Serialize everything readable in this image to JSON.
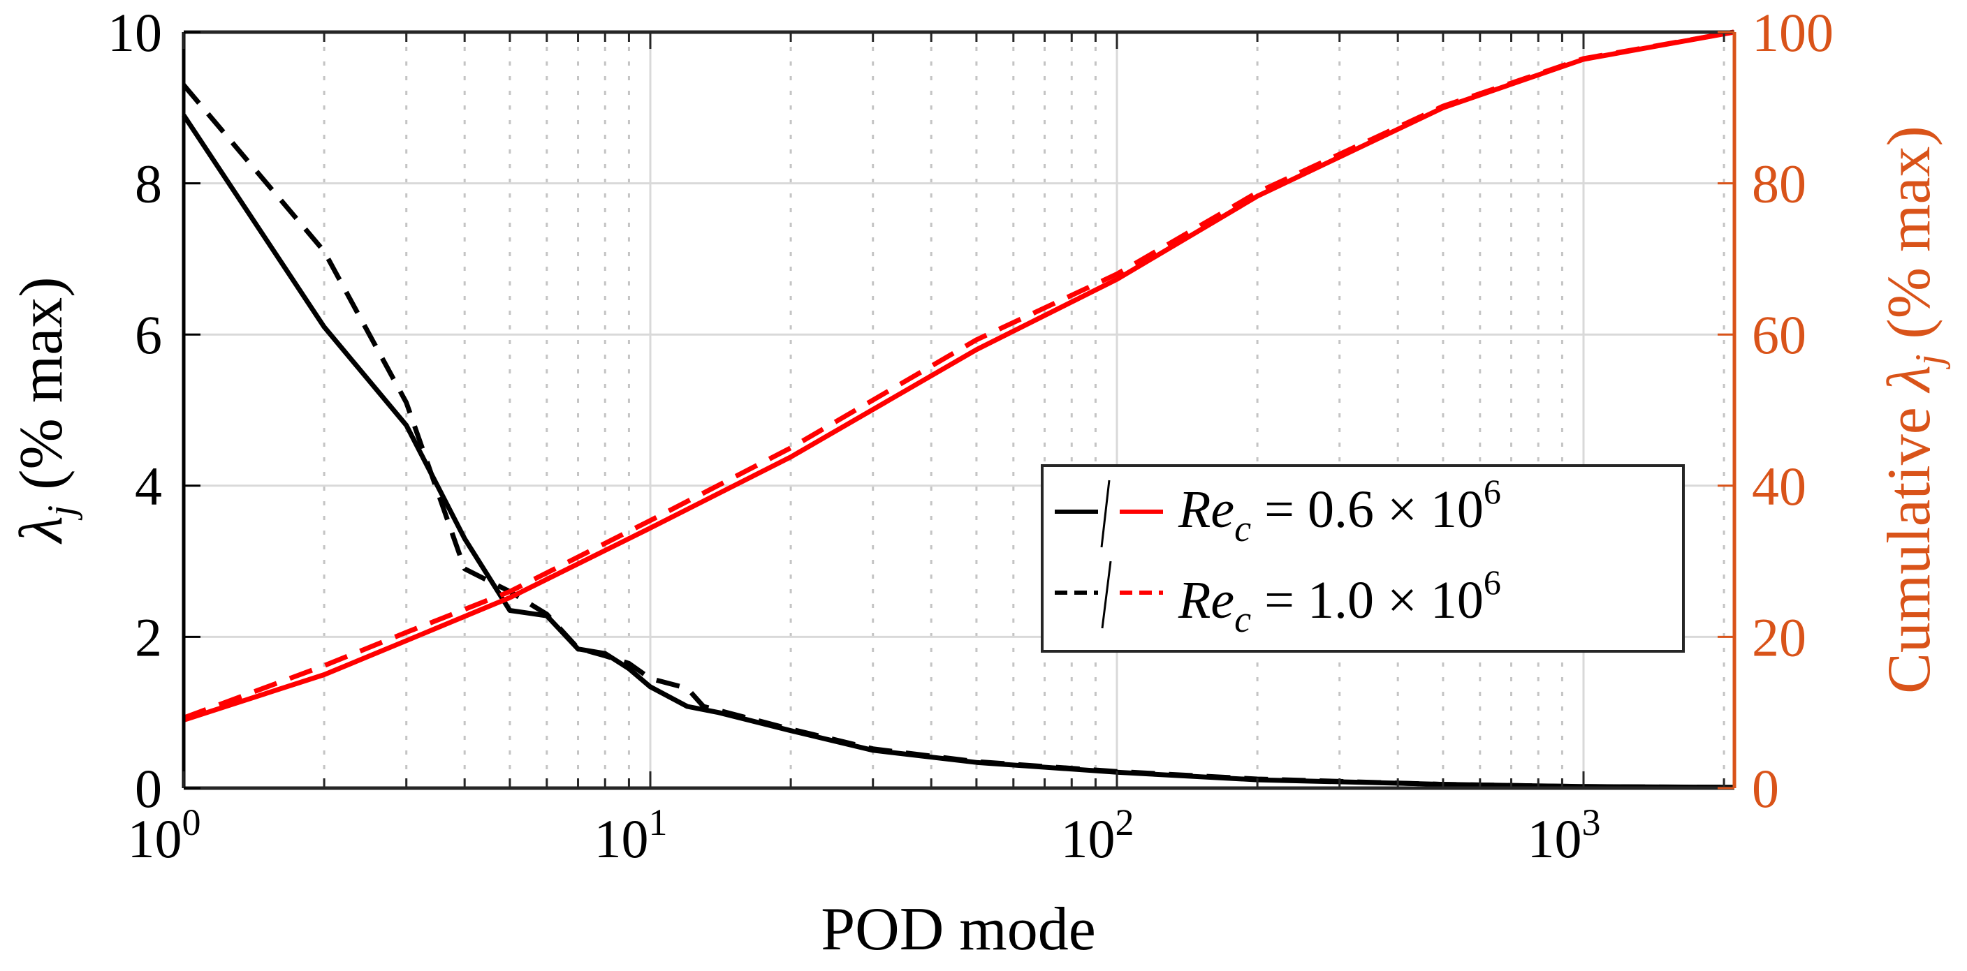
{
  "chart_data": {
    "type": "line",
    "title": "",
    "xlabel": "POD mode",
    "ylabel": "λj (% max)",
    "ylabel_parts": {
      "symbol": "λ",
      "sub": "j",
      "rest": " (% max)"
    },
    "y2label": "Cumulative λj (% max)",
    "y2label_parts": {
      "prefix": "Cumulative ",
      "symbol": "λ",
      "sub": "j",
      "rest": " (% max)"
    },
    "xscale": "log",
    "xlim": [
      1,
      2100
    ],
    "ylim": [
      0,
      10
    ],
    "y2lim": [
      0,
      100
    ],
    "x_ticks": [
      {
        "base": "10",
        "exp": "0",
        "value": 1
      },
      {
        "base": "10",
        "exp": "1",
        "value": 10
      },
      {
        "base": "10",
        "exp": "2",
        "value": 100
      },
      {
        "base": "10",
        "exp": "3",
        "value": 1000
      }
    ],
    "y_ticks": [
      "0",
      "2",
      "4",
      "6",
      "8",
      "10"
    ],
    "y2_ticks": [
      "0",
      "20",
      "40",
      "60",
      "80",
      "100"
    ],
    "grid": true,
    "minor_grid": true,
    "legend_position": "lower right (inside)",
    "colors": {
      "black": "#000000",
      "red": "#ff0000",
      "right_axis": "#d95319",
      "grid": "#d9d9d9",
      "minor_grid": "#c4c4c4"
    },
    "legend": [
      {
        "label": "Re_c = 0.6 × 10^6",
        "re": "Re",
        "sub": "c",
        "value": " = 0.6 × 10",
        "exp": "6",
        "style": "solid"
      },
      {
        "label": "Re_c = 1.0 × 10^6",
        "re": "Re",
        "sub": "c",
        "value": " = 1.0 × 10",
        "exp": "6",
        "style": "dashed"
      }
    ],
    "series": [
      {
        "name": "λj, Re_c = 0.6 × 10^6",
        "axis": "left",
        "color": "#000000",
        "style": "solid",
        "x": [
          1,
          2,
          3,
          4,
          5,
          6,
          7,
          8,
          9,
          10,
          12,
          14,
          20,
          30,
          50,
          100,
          200,
          500,
          1000,
          2100
        ],
        "y": [
          8.9,
          6.1,
          4.8,
          3.3,
          2.35,
          2.28,
          1.84,
          1.78,
          1.58,
          1.34,
          1.08,
          1.0,
          0.76,
          0.5,
          0.34,
          0.21,
          0.11,
          0.05,
          0.02,
          0.01
        ]
      },
      {
        "name": "λj, Re_c = 1.0 × 10^6",
        "axis": "left",
        "color": "#000000",
        "style": "dashed",
        "x": [
          1,
          2,
          3,
          4,
          5,
          6,
          7,
          8,
          9,
          10,
          12,
          13,
          20,
          30,
          50,
          100,
          200,
          500,
          1000,
          2100
        ],
        "y": [
          9.3,
          7.1,
          5.1,
          2.9,
          2.6,
          2.3,
          1.85,
          1.75,
          1.65,
          1.45,
          1.32,
          1.08,
          0.78,
          0.52,
          0.35,
          0.22,
          0.12,
          0.05,
          0.02,
          0.01
        ]
      },
      {
        "name": "Cumulative λj, Re_c = 0.6 × 10^6",
        "axis": "right",
        "color": "#ff0000",
        "style": "solid",
        "x": [
          1,
          2,
          3,
          5,
          10,
          20,
          50,
          100,
          200,
          500,
          1000,
          2100
        ],
        "y": [
          9.0,
          15.0,
          19.5,
          25.2,
          34.4,
          43.8,
          58.0,
          67.3,
          78.3,
          90.0,
          96.4,
          100
        ]
      },
      {
        "name": "Cumulative λj, Re_c = 1.0 × 10^6",
        "axis": "right",
        "color": "#ff0000",
        "style": "dashed",
        "x": [
          1,
          2,
          3,
          5,
          10,
          20,
          50,
          100,
          200,
          500,
          1000,
          2100
        ],
        "y": [
          9.3,
          16.2,
          20.6,
          26.0,
          35.4,
          45.0,
          59.3,
          68.0,
          78.8,
          90.2,
          96.5,
          100
        ]
      }
    ]
  }
}
